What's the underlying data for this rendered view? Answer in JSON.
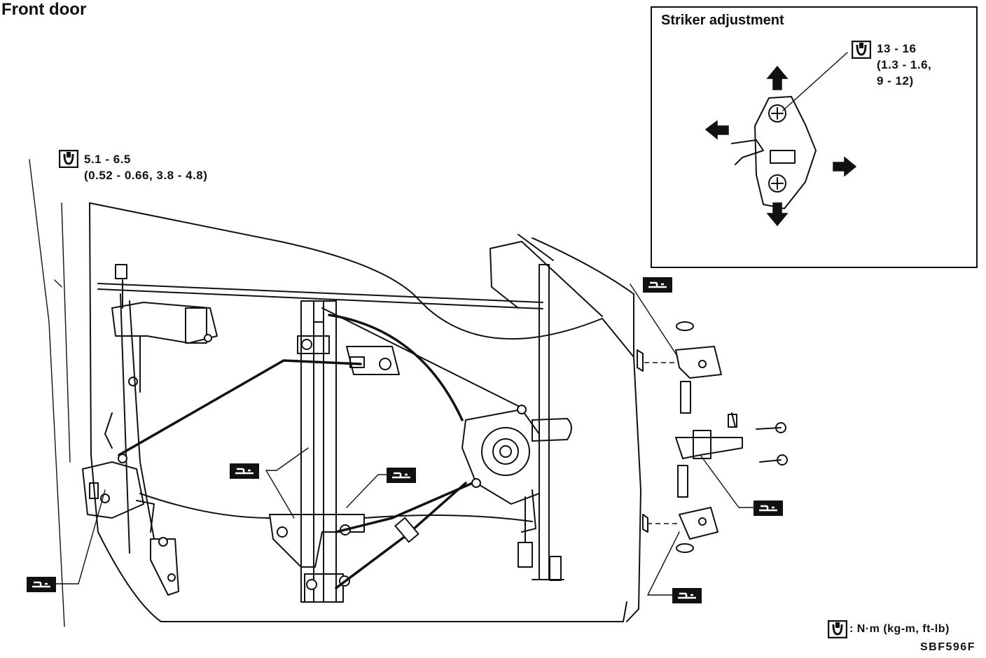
{
  "title": "Front door",
  "striker_inset": {
    "title": "Striker adjustment",
    "torque": [
      "13 - 16",
      "(1.3 - 1.6,",
      "9 - 12)"
    ]
  },
  "hinge_bolt_torque": [
    "5.1 - 6.5",
    "(0.52 - 0.66, 3.8 - 4.8)"
  ],
  "legend": ": N·m (kg-m, ft-lb)",
  "figure_code": "SBF596F",
  "icons": {
    "torque": "torque-wrench-icon",
    "grease": "grease-point-badge"
  }
}
